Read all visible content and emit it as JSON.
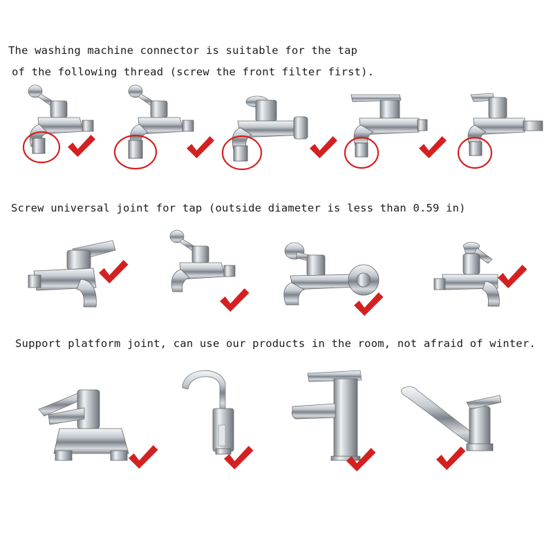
{
  "captions": {
    "row1_line1": "The washing machine connector is suitable for the tap",
    "row1_line2": "of the following thread (screw the front filter first).",
    "row2": "Screw universal joint for tap (outside diameter is less than 0.59 in)",
    "row3": "Support platform joint, can use our products in the room, not afraid of winter."
  },
  "colors": {
    "check": "#d42020",
    "ring": "#d42020",
    "chrome_dark": "#6e747a",
    "chrome_mid": "#b9bfc5",
    "chrome_light": "#eef1f3"
  },
  "icons": [
    "faucet-icon",
    "check-mark-icon",
    "red-circle-highlight"
  ]
}
